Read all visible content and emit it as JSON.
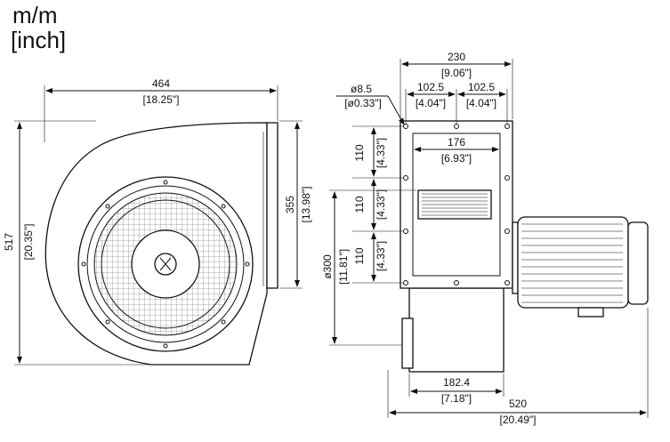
{
  "units": {
    "primary": "m/m",
    "secondary": "[inch]"
  },
  "front_view": {
    "width_mm": "464",
    "width_in": "[18.25\"]",
    "height_mm": "517",
    "height_in": "[20.35\"]",
    "outlet_mm": "355",
    "outlet_in": "[13.98\"]"
  },
  "side_view": {
    "flange_width_mm": "230",
    "flange_width_in": "[9.06\"]",
    "hole_dia_mm": "ø8.5",
    "hole_dia_in": "[ø0.33\"]",
    "hole_pitch_left_mm": "102.5",
    "hole_pitch_left_in": "[4.04\"]",
    "hole_pitch_right_mm": "102.5",
    "hole_pitch_right_in": "[4.04\"]",
    "outlet_inner_mm": "176",
    "outlet_inner_in": "[6.93\"]",
    "vpitch_1_mm": "110",
    "vpitch_1_in": "[4.33\"]",
    "vpitch_2_mm": "110",
    "vpitch_2_in": "[4.33\"]",
    "vpitch_3_mm": "110",
    "vpitch_3_in": "[4.33\"]",
    "inlet_dia_mm": "ø300",
    "inlet_dia_in": "[11.81\"]",
    "housing_depth_mm": "182.4",
    "housing_depth_in": "[7.18\"]",
    "overall_length_mm": "520",
    "overall_length_in": "[20.49\"]"
  }
}
